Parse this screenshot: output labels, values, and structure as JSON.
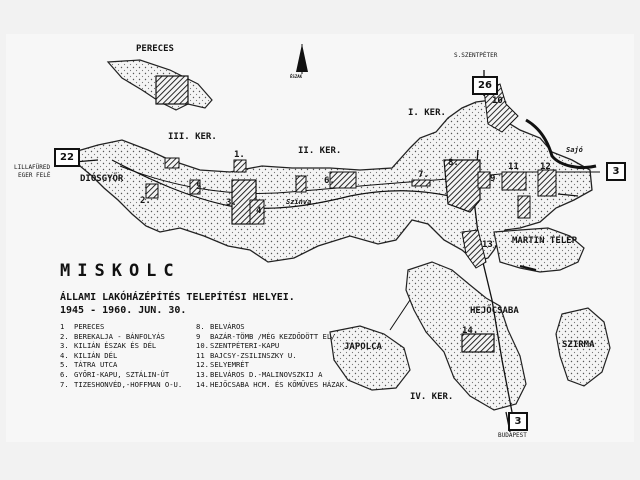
{
  "map_title": "MISKOLC",
  "map_subtitle_line1": "ÁLLAMI LAKÓHÁZÉPÍTÉS TELEPÍTÉSI HELYEI.",
  "map_subtitle_line2": "1945 - 1960. JUN. 30.",
  "north_arrow_label": "ÉSZAK",
  "districts": {
    "pereces": "PERECES",
    "iii_ker": "III. KER.",
    "ii_ker": "II. KER.",
    "i_ker": "I. KER.",
    "diosgyor": "DIÓSGYŐR",
    "martin_telep": "MARTIN TELEP",
    "hejocsaba": "HEJŐCSABA",
    "japolca": "JAPOLCA",
    "szirma": "SZIRMA",
    "iv_ker": "IV. KER."
  },
  "rivers": {
    "szinva": "Szinva",
    "sajo": "Sajó"
  },
  "roads": {
    "lillafured_line1": "LILLAFÜRED",
    "lillafured_line2": "EGER FELÉ",
    "szentpeter": "S.SZENTPÉTER",
    "budapest": "BUDAPEST",
    "sign_22": "22",
    "sign_26": "26",
    "sign_3_east": "3",
    "sign_3_south": "3"
  },
  "site_numbers": [
    "1.",
    "2.",
    "3.",
    "4.",
    "5.",
    "6.",
    "7.",
    "8.",
    "9",
    "10.",
    "11",
    "12",
    "13.",
    "14."
  ],
  "legend_left": [
    {
      "n": "1",
      "t": "PERECES"
    },
    {
      "n": "2.",
      "t": "BEREKALJA - BÁNFOLYÁS"
    },
    {
      "n": "3.",
      "t": "KILIÁN ÉSZAK ÉS DÉL"
    },
    {
      "n": "4.",
      "t": "KILIÁN DÉL"
    },
    {
      "n": "5.",
      "t": "TÁTRA UTCA"
    },
    {
      "n": "6.",
      "t": "GYŐRI-KAPU, SZTÁLIN-ÚT"
    },
    {
      "n": "7.",
      "t": "TIZESHONVÉD,-HOFFMAN O-U."
    }
  ],
  "legend_right": [
    {
      "n": "8.",
      "t": "BELVÁROS"
    },
    {
      "n": "9",
      "t": "BAZÁR-TÖMB /MÉG KEZDŐDÖTT EL/"
    },
    {
      "n": "10.",
      "t": "SZENTPÉTERI-KAPU"
    },
    {
      "n": "11",
      "t": "BAJCSY-ZSILINSZKY U."
    },
    {
      "n": "12.",
      "t": "SELYEMRÉT"
    },
    {
      "n": "13.",
      "t": "BELVÁROS D.-MALINOVSZKIJ A"
    },
    {
      "n": "14.",
      "t": "HEJŐCSABA HCM. ÉS KŐMŰVES HÁZAK."
    }
  ]
}
